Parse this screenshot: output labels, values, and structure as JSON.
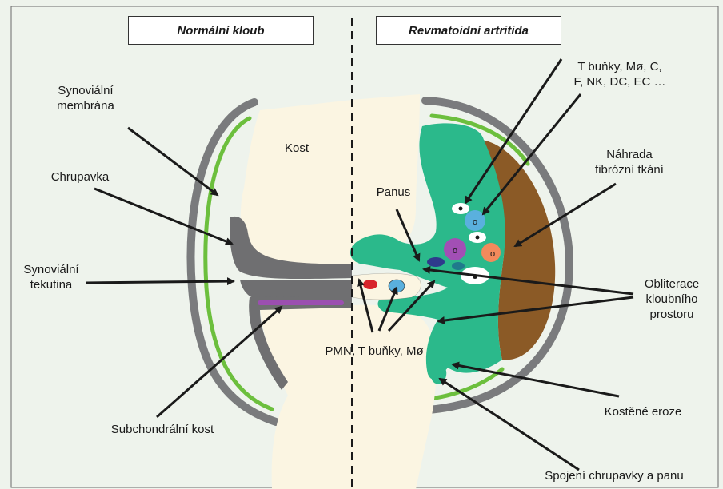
{
  "headers": {
    "normal": "Normální kloub",
    "ra": "Revmatoidní artritida"
  },
  "labels": {
    "synovial_membrane": "Synoviální\nmembrána",
    "cartilage": "Chrupavka",
    "synovial_fluid": "Synoviální\ntekutina",
    "subchondral_bone": "Subchondrální kost",
    "bone": "Kost",
    "pannus": "Panus",
    "cells_top": "T buňky, Mø, C,\nF, NK, DC, EC …",
    "fibrous_replacement": "Náhrada\nfibrózní tkání",
    "obliteration": "Obliterace\nkloubního\nprostoru",
    "pmn_cells": "PMN, T buňky, Mø",
    "bone_erosions": "Kostěné eroze",
    "cartilage_pannus_junction": "Spojení chrupavky a panu"
  },
  "colors": {
    "background": "#eef3ec",
    "bone": "#fbf5e2",
    "capsule": "#7a7b7d",
    "synovium": "#6cbf3d",
    "cartilage": "#6f6f71",
    "subchondral": "#9b4fb0",
    "pannus": "#2bb98b",
    "fibrous": "#8b5a26",
    "arrow": "#1a1a1a"
  }
}
